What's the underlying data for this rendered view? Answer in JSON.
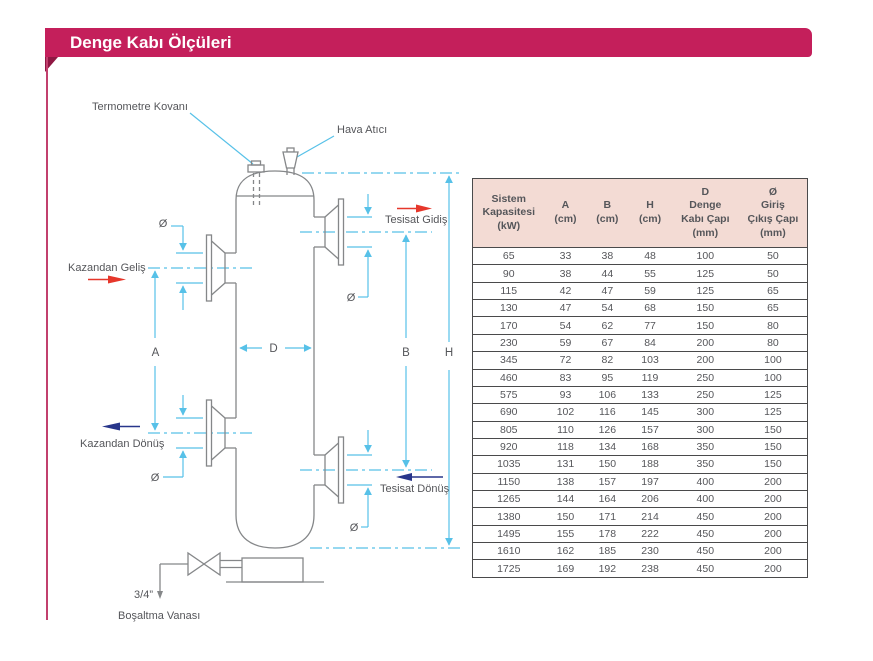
{
  "header": {
    "title": "Denge Kabı Ölçüleri",
    "accent_color": "#c41f5b"
  },
  "diagram": {
    "labels": {
      "termometre": "Termometre Kovanı",
      "hava_atici": "Hava Atıcı",
      "tesisat_gidis": "Tesisat Gidiş",
      "kazandan_gelis": "Kazandan Geliş",
      "kazandan_donus": "Kazandan Dönüş",
      "tesisat_donus": "Tesisat Dönüş",
      "valve_size": "3/4”",
      "bosaltma_vanasi": "Boşaltma Vanası",
      "dim_a": "A",
      "dim_b": "B",
      "dim_d": "D",
      "dim_h": "H",
      "dia1": "Ø",
      "dia2": "Ø",
      "dia3": "Ø",
      "dia4": "Ø"
    },
    "colors": {
      "dimension_blue": "#57c1e8",
      "supply_arrow_red": "#e6372b",
      "return_arrow_navy": "#28368b",
      "outline_gray": "#858789"
    }
  },
  "table": {
    "header_bg": "#f3dbd4",
    "columns": [
      [
        "Sistem",
        "Kapasitesi",
        "(kW)"
      ],
      [
        "A",
        "(cm)"
      ],
      [
        "B",
        "(cm)"
      ],
      [
        "H",
        "(cm)"
      ],
      [
        "D",
        "Denge",
        "Kabı Çapı",
        "(mm)"
      ],
      [
        "Ø",
        "Giriş",
        "Çıkış Çapı",
        "(mm)"
      ]
    ],
    "rows": [
      [
        65,
        33,
        38,
        48,
        100,
        50
      ],
      [
        90,
        38,
        44,
        55,
        125,
        50
      ],
      [
        115,
        42,
        47,
        59,
        125,
        65
      ],
      [
        130,
        47,
        54,
        68,
        150,
        65
      ],
      [
        170,
        54,
        62,
        77,
        150,
        80
      ],
      [
        230,
        59,
        67,
        84,
        200,
        80
      ],
      [
        345,
        72,
        82,
        103,
        200,
        100
      ],
      [
        460,
        83,
        95,
        119,
        250,
        100
      ],
      [
        575,
        93,
        106,
        133,
        250,
        125
      ],
      [
        690,
        102,
        116,
        145,
        300,
        125
      ],
      [
        805,
        110,
        126,
        157,
        300,
        150
      ],
      [
        920,
        118,
        134,
        168,
        350,
        150
      ],
      [
        1035,
        131,
        150,
        188,
        350,
        150
      ],
      [
        1150,
        138,
        157,
        197,
        400,
        200
      ],
      [
        1265,
        144,
        164,
        206,
        400,
        200
      ],
      [
        1380,
        150,
        171,
        214,
        450,
        200
      ],
      [
        1495,
        155,
        178,
        222,
        450,
        200
      ],
      [
        1610,
        162,
        185,
        230,
        450,
        200
      ],
      [
        1725,
        169,
        192,
        238,
        450,
        200
      ]
    ]
  }
}
